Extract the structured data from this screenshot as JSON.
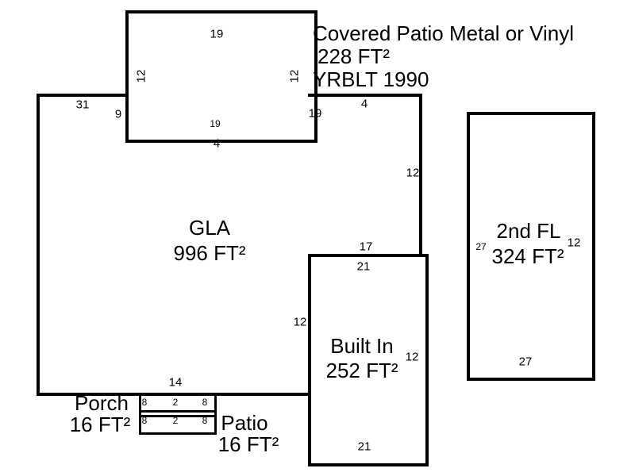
{
  "colors": {
    "wall": "#000000",
    "background": "#ffffff",
    "text": "#000000"
  },
  "covered_patio": {
    "note_line1": "Covered Patio Metal or Vinyl",
    "note_line2": "228 FT²",
    "note_line3": "YRBLT 1990",
    "dim_top": "19",
    "dim_left": "12",
    "dim_right": "12",
    "dim_bottom": "19",
    "dim_below": "4"
  },
  "gla": {
    "label": "GLA",
    "area": "996 FT²",
    "dim_top_left": "31",
    "dim_step": "9",
    "dim_top_mid": "19",
    "dim_top_right": "4",
    "dim_right": "12",
    "dim_inner_right": "17",
    "dim_builtin_left": "12",
    "dim_bottom": "14"
  },
  "built_in": {
    "label": "Built In",
    "area": "252 FT²",
    "dim_top": "21",
    "dim_right": "12",
    "dim_bottom": "21"
  },
  "second_floor": {
    "label": "2nd FL",
    "area": "324 FT²",
    "dim_left": "27",
    "dim_right": "12",
    "dim_bottom": "27"
  },
  "porch": {
    "label": "Porch",
    "area": "16 FT²",
    "dim_left": "8",
    "dim_mid": "2",
    "dim_right": "8"
  },
  "patio": {
    "label": "Patio",
    "area": "16 FT²",
    "dim_left": "8",
    "dim_mid": "2",
    "dim_right": "8"
  }
}
